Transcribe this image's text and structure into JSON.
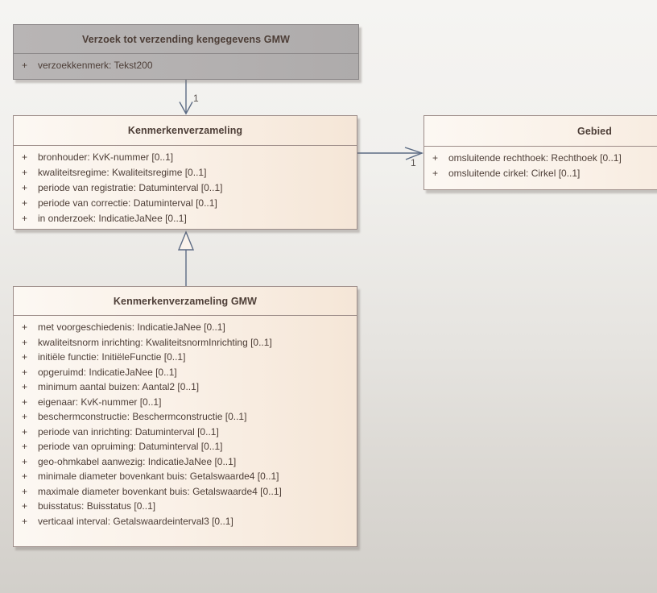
{
  "diagram": {
    "classes": [
      {
        "id": "verzoek",
        "title": "Verzoek tot verzending kengegevens GMW",
        "attributes": [
          {
            "vis": "+",
            "text": "verzoekkenmerk: Tekst200"
          }
        ]
      },
      {
        "id": "kenmerkenverzameling",
        "title": "Kenmerkenverzameling",
        "attributes": [
          {
            "vis": "+",
            "text": "bronhouder: KvK-nummer [0..1]"
          },
          {
            "vis": "+",
            "text": "kwaliteitsregime: Kwaliteitsregime [0..1]"
          },
          {
            "vis": "+",
            "text": "periode van registratie: Datuminterval [0..1]"
          },
          {
            "vis": "+",
            "text": "periode van correctie: Datuminterval [0..1]"
          },
          {
            "vis": "+",
            "text": "in onderzoek: IndicatieJaNee [0..1]"
          }
        ]
      },
      {
        "id": "gebied",
        "title": "Gebied",
        "attributes": [
          {
            "vis": "+",
            "text": "omsluitende rechthoek: Rechthoek [0..1]"
          },
          {
            "vis": "+",
            "text": "omsluitende cirkel: Cirkel [0..1]"
          }
        ]
      },
      {
        "id": "kenmerkenverzameling-gmw",
        "title": "Kenmerkenverzameling GMW",
        "attributes": [
          {
            "vis": "+",
            "text": "met voorgeschiedenis: IndicatieJaNee [0..1]"
          },
          {
            "vis": "+",
            "text": "kwaliteitsnorm inrichting: KwaliteitsnormInrichting [0..1]"
          },
          {
            "vis": "+",
            "text": "initiële functie: InitiëleFunctie [0..1]"
          },
          {
            "vis": "+",
            "text": "opgeruimd: IndicatieJaNee [0..1]"
          },
          {
            "vis": "+",
            "text": "minimum aantal buizen: Aantal2 [0..1]"
          },
          {
            "vis": "+",
            "text": "eigenaar: KvK-nummer [0..1]"
          },
          {
            "vis": "+",
            "text": "beschermconstructie: Beschermconstructie [0..1]"
          },
          {
            "vis": "+",
            "text": "periode van inrichting: Datuminterval [0..1]"
          },
          {
            "vis": "+",
            "text": "periode van opruiming: Datuminterval [0..1]"
          },
          {
            "vis": "+",
            "text": "geo-ohmkabel aanwezig: IndicatieJaNee [0..1]"
          },
          {
            "vis": "+",
            "text": "minimale diameter bovenkant buis: Getalswaarde4 [0..1]"
          },
          {
            "vis": "+",
            "text": "maximale diameter bovenkant buis: Getalswaarde4 [0..1]"
          },
          {
            "vis": "+",
            "text": "buisstatus: Buisstatus [0..1]"
          },
          {
            "vis": "+",
            "text": "verticaal interval: Getalswaardeinterval3 [0..1]"
          }
        ]
      }
    ],
    "connectors": [
      {
        "type": "association",
        "from": "verzoek",
        "to": "kenmerkenverzameling",
        "target_multiplicity": "1"
      },
      {
        "type": "association",
        "from": "kenmerkenverzameling",
        "to": "gebied",
        "target_multiplicity": "1"
      },
      {
        "type": "generalization",
        "from": "kenmerkenverzameling-gmw",
        "to": "kenmerkenverzameling"
      }
    ],
    "colors": {
      "connector": "#5c6b84",
      "class_fill_left": "#fcf8f3",
      "class_fill_right": "#f5e6d7",
      "class_border": "#9c8c88",
      "gray_fill": "#b3b0b0",
      "gray_border": "#8b8788",
      "text": "#4d3e37",
      "label": "#5c5552",
      "triangle_fill": "#fbf4ec",
      "background_top": "#f5f4f2",
      "background_bottom": "#d2cfca"
    }
  }
}
